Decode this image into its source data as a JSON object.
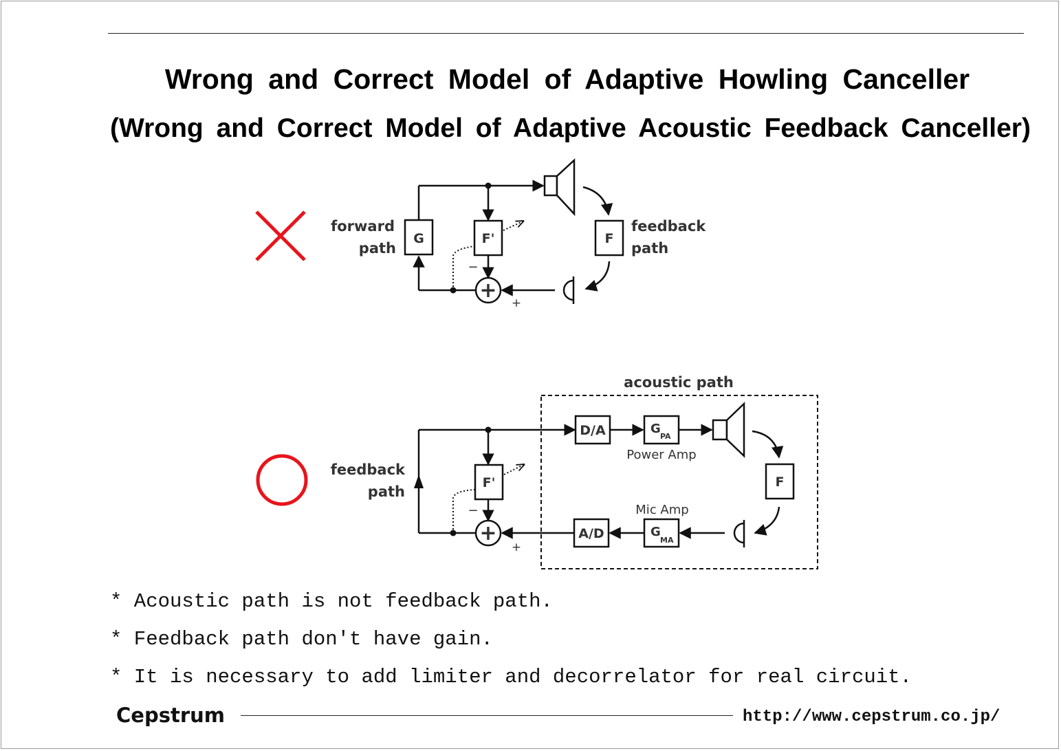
{
  "header": {
    "title": "Wrong and Correct Model of Adaptive Howling Canceller",
    "subtitle": "(Wrong and Correct Model of Adaptive Acoustic Feedback Canceller)"
  },
  "wrong_model": {
    "mark": "✕",
    "forward_path_label_line1": "forward",
    "forward_path_label_line2": "path",
    "feedback_path_label_line1": "feedback",
    "feedback_path_label_line2": "path",
    "block_g": "G",
    "block_f_prime": "F'",
    "block_f": "F",
    "minus_sign": "−",
    "plus_sign": "+",
    "sum_symbol": "+"
  },
  "correct_model": {
    "mark": "○",
    "acoustic_path_label": "acoustic path",
    "feedback_path_label_line1": "feedback",
    "feedback_path_label_line2": "path",
    "block_da": "D/A",
    "block_gpa_main": "G",
    "block_gpa_sub": "PA",
    "power_amp_label": "Power Amp",
    "block_f": "F",
    "block_f_prime": "F'",
    "mic_amp_label": "Mic Amp",
    "block_gma_main": "G",
    "block_gma_sub": "MA",
    "block_ad": "A/D",
    "minus_sign": "−",
    "plus_sign": "+",
    "sum_symbol": "+"
  },
  "notes": [
    "* Acoustic path is not feedback path.",
    "* Feedback path don't have gain.",
    "* It is necessary to add limiter and decorrelator for real circuit."
  ],
  "footer": {
    "brand": "Cepstrum",
    "url": "http://www.cepstrum.co.jp/"
  },
  "colors": {
    "mark_red": "#e8141c",
    "line": "#111111"
  }
}
